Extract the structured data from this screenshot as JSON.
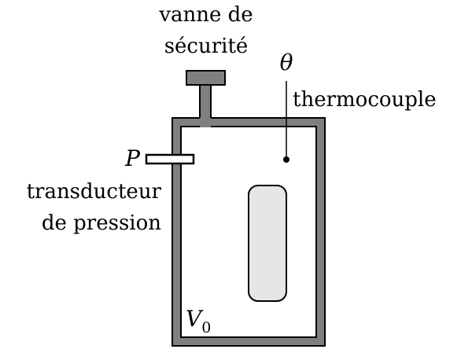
{
  "labels": {
    "valve_line1": "vanne de",
    "valve_line2": "sécurité",
    "temperature_symbol": "θ",
    "thermocouple": "thermocouple",
    "pressure_symbol": "P",
    "transducer_line1": "transducteur",
    "transducer_line2": "de pression",
    "volume_symbol": "V",
    "volume_subscript": "0"
  },
  "colors": {
    "wall": "#808080",
    "interior": "#ffffff",
    "sample": "#e6e6e6",
    "stroke": "#000000"
  }
}
